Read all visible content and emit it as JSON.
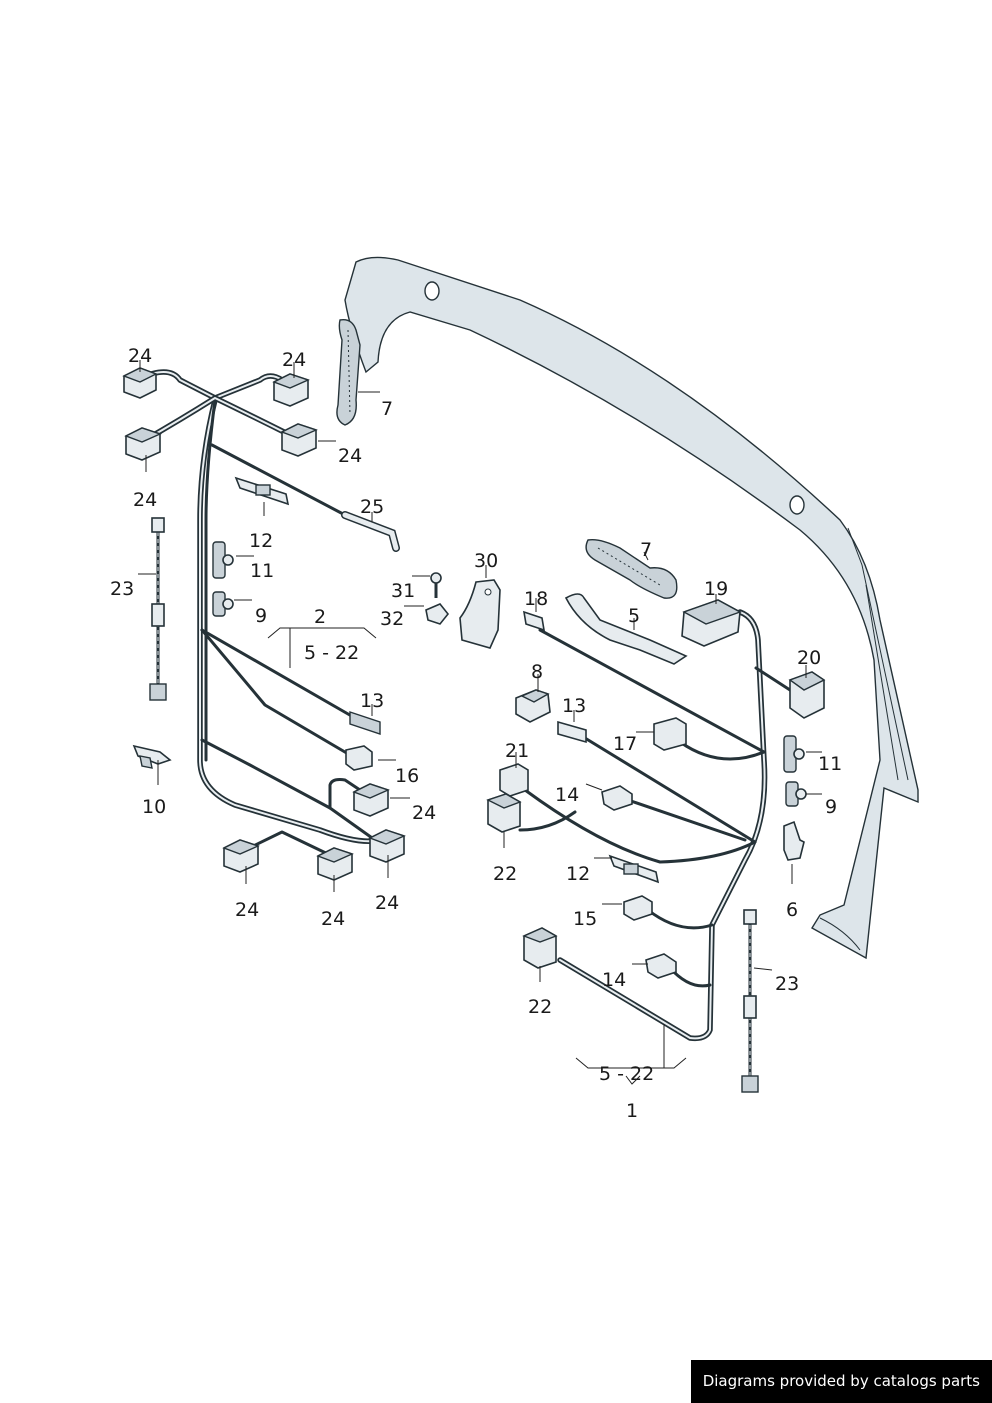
{
  "labels": [
    {
      "id": "p24a",
      "text": "24"
    },
    {
      "id": "p24b",
      "text": "24"
    },
    {
      "id": "p7a",
      "text": "7"
    },
    {
      "id": "p24c",
      "text": "24"
    },
    {
      "id": "p24d",
      "text": "24"
    },
    {
      "id": "p25",
      "text": "25"
    },
    {
      "id": "p12a",
      "text": "12"
    },
    {
      "id": "p11a",
      "text": "11"
    },
    {
      "id": "p23a",
      "text": "23"
    },
    {
      "id": "p9a",
      "text": "9"
    },
    {
      "id": "p2",
      "text": "2"
    },
    {
      "id": "p5-22a",
      "text": "5 - 22"
    },
    {
      "id": "p13a",
      "text": "13"
    },
    {
      "id": "p16",
      "text": "16"
    },
    {
      "id": "p10",
      "text": "10"
    },
    {
      "id": "p24e",
      "text": "24"
    },
    {
      "id": "p24f",
      "text": "24"
    },
    {
      "id": "p24g",
      "text": "24"
    },
    {
      "id": "p24h",
      "text": "24"
    },
    {
      "id": "p30",
      "text": "30"
    },
    {
      "id": "p31",
      "text": "31"
    },
    {
      "id": "p32",
      "text": "32"
    },
    {
      "id": "p18",
      "text": "18"
    },
    {
      "id": "p7b",
      "text": "7"
    },
    {
      "id": "p5",
      "text": "5"
    },
    {
      "id": "p19",
      "text": "19"
    },
    {
      "id": "p20",
      "text": "20"
    },
    {
      "id": "p8",
      "text": "8"
    },
    {
      "id": "p13b",
      "text": "13"
    },
    {
      "id": "p17",
      "text": "17"
    },
    {
      "id": "p21",
      "text": "21"
    },
    {
      "id": "p14a",
      "text": "14"
    },
    {
      "id": "p11b",
      "text": "11"
    },
    {
      "id": "p9b",
      "text": "9"
    },
    {
      "id": "p22a",
      "text": "22"
    },
    {
      "id": "p12b",
      "text": "12"
    },
    {
      "id": "p6",
      "text": "6"
    },
    {
      "id": "p15",
      "text": "15"
    },
    {
      "id": "p14b",
      "text": "14"
    },
    {
      "id": "p23b",
      "text": "23"
    },
    {
      "id": "p22b",
      "text": "22"
    },
    {
      "id": "p5-22b",
      "text": "5 - 22"
    },
    {
      "id": "p1",
      "text": "1"
    }
  ],
  "footer": {
    "credit": "Diagrams provided by catalogs parts"
  },
  "colors": {
    "panel": "#dde5ea",
    "panel_inner": "#edf1f4",
    "line": "#253238",
    "badge_bg": "#000000"
  }
}
